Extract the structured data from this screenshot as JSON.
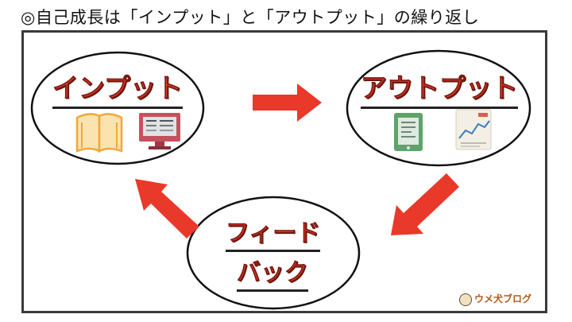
{
  "heading": "◎自己成長は「インプット」と「アウトプット」の繰り返し",
  "nodes": {
    "input": {
      "label": "インプット"
    },
    "output": {
      "label": "アウトプット"
    },
    "feedback": {
      "line1": "フィード",
      "line2": "バック"
    }
  },
  "icons": [
    "open-book-icon",
    "monitor-icon",
    "tablet-icon",
    "document-chart-icon"
  ],
  "colors": {
    "accent": "#e63a2a",
    "frame": "#3a3a3a",
    "arrow": "#e8392a"
  },
  "logo": {
    "text": "ウメ犬ブログ"
  }
}
